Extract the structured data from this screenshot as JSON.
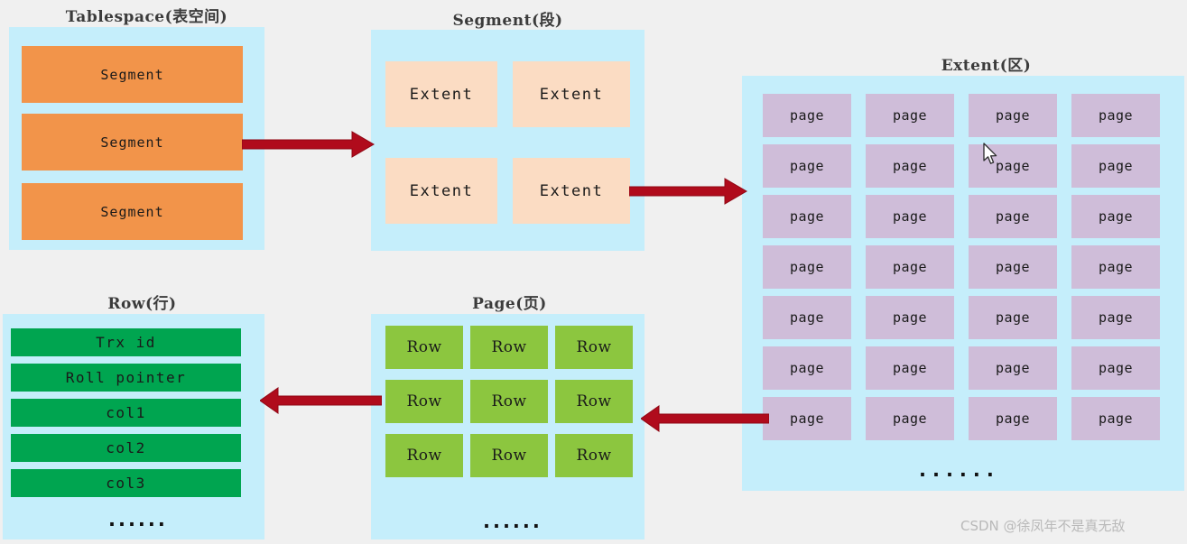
{
  "diagram": {
    "title_tablespace": "Tablespace(表空间)",
    "title_segment": "Segment(段)",
    "title_extent": "Extent(区)",
    "title_row": "Row(行)",
    "title_page": "Page(页)",
    "ellipsis": "......",
    "colors": {
      "background": "#f0f0f0",
      "panel": "#c5eefb",
      "segment_box": "#f2944a",
      "extent_box": "#fbdcc3",
      "page_box": "#cfbdd9",
      "row_box": "#8cc63f",
      "field_box": "#00a550",
      "arrow": "#b00b1c",
      "title_text": "#3b3b3b",
      "watermark": "#b9b9b9"
    }
  },
  "tablespace": {
    "label": "Tablespace(表空间)",
    "segments": [
      {
        "label": "Segment"
      },
      {
        "label": "Segment"
      },
      {
        "label": "Segment"
      }
    ]
  },
  "segment": {
    "label": "Segment(段)",
    "extents": [
      {
        "label": "Extent"
      },
      {
        "label": "Extent"
      },
      {
        "label": "Extent"
      },
      {
        "label": "Extent"
      }
    ]
  },
  "extent": {
    "label": "Extent(区)",
    "ellipsis": "......",
    "pages": [
      {
        "label": "page"
      },
      {
        "label": "page"
      },
      {
        "label": "page"
      },
      {
        "label": "page"
      },
      {
        "label": "page"
      },
      {
        "label": "page"
      },
      {
        "label": "page"
      },
      {
        "label": "page"
      },
      {
        "label": "page"
      },
      {
        "label": "page"
      },
      {
        "label": "page"
      },
      {
        "label": "page"
      },
      {
        "label": "page"
      },
      {
        "label": "page"
      },
      {
        "label": "page"
      },
      {
        "label": "page"
      },
      {
        "label": "page"
      },
      {
        "label": "page"
      },
      {
        "label": "page"
      },
      {
        "label": "page"
      },
      {
        "label": "page"
      },
      {
        "label": "page"
      },
      {
        "label": "page"
      },
      {
        "label": "page"
      },
      {
        "label": "page"
      },
      {
        "label": "page"
      },
      {
        "label": "page"
      },
      {
        "label": "page"
      }
    ]
  },
  "page": {
    "label": "Page(页)",
    "ellipsis": "......",
    "rows": [
      {
        "label": "Row"
      },
      {
        "label": "Row"
      },
      {
        "label": "Row"
      },
      {
        "label": "Row"
      },
      {
        "label": "Row"
      },
      {
        "label": "Row"
      },
      {
        "label": "Row"
      },
      {
        "label": "Row"
      },
      {
        "label": "Row"
      }
    ]
  },
  "row": {
    "label": "Row(行)",
    "ellipsis": "......",
    "fields": [
      {
        "label": "Trx id"
      },
      {
        "label": "Roll pointer"
      },
      {
        "label": "col1"
      },
      {
        "label": "col2"
      },
      {
        "label": "col3"
      }
    ]
  },
  "arrows": [
    {
      "name": "tablespace-to-segment",
      "direction": "right"
    },
    {
      "name": "segment-to-extent",
      "direction": "right"
    },
    {
      "name": "extent-to-page",
      "direction": "left"
    },
    {
      "name": "page-to-row",
      "direction": "left"
    }
  ],
  "watermark": {
    "text": "CSDN @徐凤年不是真无敌"
  }
}
